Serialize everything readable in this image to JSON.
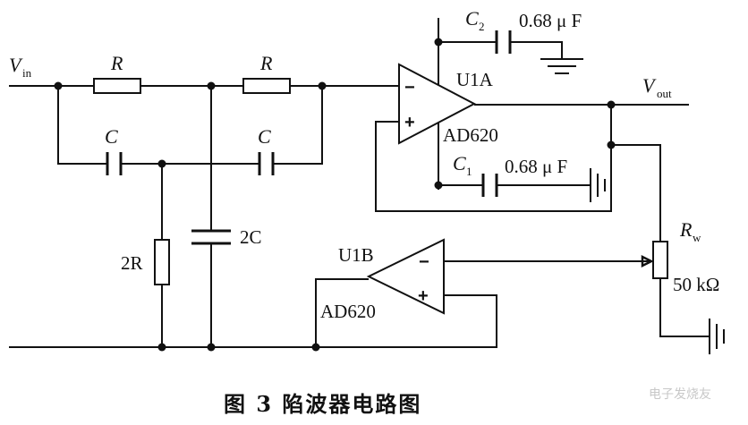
{
  "labels": {
    "vin": "V",
    "vin_sub": "in",
    "vout": "V",
    "vout_sub": "out",
    "r1": "R",
    "r2": "R",
    "c_left": "C",
    "c_right": "C",
    "r_2r": "2R",
    "c_2c": "2C",
    "c2_name": "C",
    "c2_sub": "2",
    "c2_value": "0.68 μ F",
    "c1_name": "C",
    "c1_sub": "1",
    "c1_value": "0.68 μ F",
    "rw_name": "R",
    "rw_sub": "w",
    "rw_value": "50 kΩ"
  },
  "opamps": {
    "u1a": {
      "name": "U1A",
      "part": "AD620",
      "minus": "−",
      "plus": "+"
    },
    "u1b": {
      "name": "U1B",
      "part": "AD620",
      "minus": "−",
      "plus": "+"
    }
  },
  "caption": "图 3   陷波器电路图",
  "watermark": "电子发烧友"
}
